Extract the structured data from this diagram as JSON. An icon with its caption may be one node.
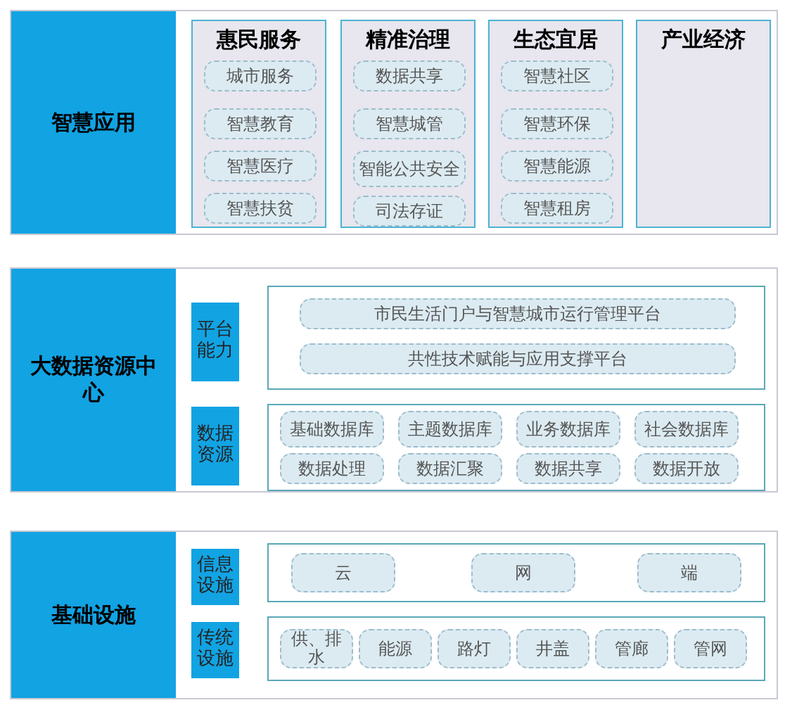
{
  "diagram": {
    "nodes": [
      {
        "text": [
          "智慧应用"
        ]
      },
      {
        "text": [
          "惠民服务"
        ],
        "in": 0
      },
      {
        "text": [
          "城市服务"
        ],
        "in": 1
      },
      {
        "text": [
          "智慧教育"
        ],
        "in": 1
      },
      {
        "text": [
          "智慧医疗"
        ],
        "in": 1
      },
      {
        "text": [
          "智慧扶贫"
        ],
        "in": 1
      },
      {
        "text": [
          "精准治理"
        ],
        "in": 0
      },
      {
        "text": [
          "数据共享"
        ],
        "in": 6
      },
      {
        "text": [
          "智慧城管"
        ],
        "in": 6
      },
      {
        "text": [
          "智能公共安全"
        ],
        "in": 6
      },
      {
        "text": [
          "司法存证"
        ],
        "in": 6
      },
      {
        "text": [
          "生态宜居"
        ],
        "in": 0
      },
      {
        "text": [
          "智慧社区"
        ],
        "in": 11
      },
      {
        "text": [
          "智慧环保"
        ],
        "in": 11
      },
      {
        "text": [
          "智慧能源"
        ],
        "in": 11
      },
      {
        "text": [
          "智慧租房"
        ],
        "in": 11
      },
      {
        "text": [
          "产业经济"
        ],
        "in": 0
      },
      {
        "text": [
          "大数据资源中心"
        ]
      },
      {
        "text": [
          "平台能力"
        ],
        "in": 17
      },
      {
        "text": [],
        "shape": "box",
        "in": 17
      },
      {
        "text": [
          "市民生活门户与智慧城市运行管理平台"
        ],
        "in": 19
      },
      {
        "text": [
          "共性技术赋能与应用支撑平台"
        ],
        "in": 19
      },
      {
        "text": [
          "数据资源"
        ],
        "in": 17
      },
      {
        "text": [],
        "shape": "box",
        "in": 17
      },
      {
        "text": [
          "基础数据库"
        ],
        "in": 23
      },
      {
        "text": [
          "主题数据库"
        ],
        "in": 23
      },
      {
        "text": [
          "业务数据库"
        ],
        "in": 23
      },
      {
        "text": [
          "社会数据库"
        ],
        "in": 23
      },
      {
        "text": [
          "数据处理"
        ],
        "in": 23
      },
      {
        "text": [
          "数据汇聚"
        ],
        "in": 23
      },
      {
        "text": [
          "数据共享"
        ],
        "in": 23
      },
      {
        "text": [
          "数据开放"
        ],
        "in": 23
      },
      {
        "text": [
          "基础设施"
        ]
      },
      {
        "text": [
          "信息设施"
        ],
        "in": 32
      },
      {
        "text": [],
        "shape": "box",
        "in": 32
      },
      {
        "text": [
          "云"
        ],
        "in": 34
      },
      {
        "text": [
          "网"
        ],
        "in": 34
      },
      {
        "text": [
          "端"
        ],
        "in": 34
      },
      {
        "text": [
          "传统设施"
        ],
        "in": 32
      },
      {
        "text": [],
        "shape": "box",
        "in": 32
      },
      {
        "text": [
          "供、排水"
        ],
        "in": 39
      },
      {
        "text": [
          "能源"
        ],
        "in": 39
      },
      {
        "text": [
          "路灯"
        ],
        "in": 39
      },
      {
        "text": [
          "井盖"
        ],
        "in": 39
      },
      {
        "text": [
          "管廊"
        ],
        "in": 39
      },
      {
        "text": [
          "管网"
        ],
        "in": 39
      }
    ]
  }
}
